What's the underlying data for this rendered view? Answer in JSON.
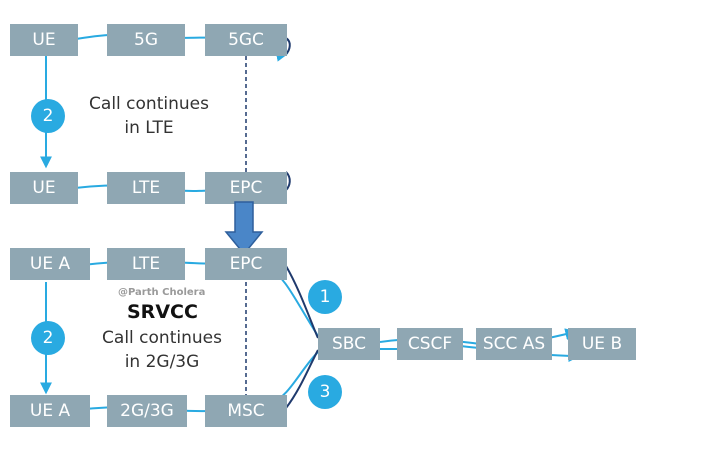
{
  "nodes": {
    "top_ue": "UE",
    "top_5g": "5G",
    "top_5gc": "5GC",
    "mid_ue": "UE",
    "mid_lte": "LTE",
    "mid_epc": "EPC",
    "low_uea": "UE A",
    "low_lte": "LTE",
    "low_epc": "EPC",
    "bot_uea": "UE A",
    "bot_2g3g": "2G/3G",
    "bot_msc": "MSC",
    "sbc": "SBC",
    "cscf": "CSCF",
    "sccas": "SCC AS",
    "ueb": "UE B"
  },
  "badges": {
    "top_step": "2",
    "low_step": "2",
    "to_sbc": "1",
    "from_msc": "3"
  },
  "text": {
    "lte_call_line1": "Call continues",
    "lte_call_line2": "in LTE",
    "watermark": "@Parth Cholera",
    "srvcc": "SRVCC",
    "srvcc_line1": "Call continues",
    "srvcc_line2": "in 2G/3G"
  },
  "colors": {
    "node_fill": "#8fa7b3",
    "accent": "#29aae1",
    "navy": "#1f3a6d",
    "arrow_fill": "#4a86c8"
  }
}
